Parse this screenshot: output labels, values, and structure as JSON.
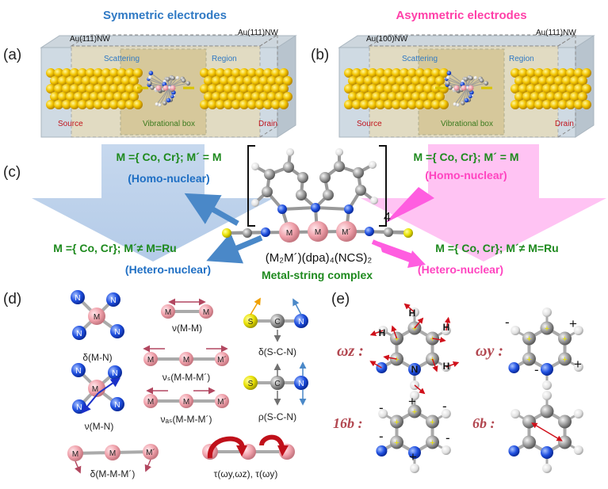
{
  "header": {
    "symmetric": "Symmetric electrodes",
    "asymmetric": "Asymmetric electrodes"
  },
  "panel_labels": {
    "a": "(a)",
    "b": "(b)",
    "c": "(c)",
    "d": "(d)",
    "e": "(e)"
  },
  "panel_a": {
    "nw_left": "Au(111)NW",
    "nw_right": "Au(111)NW",
    "scattering": "Scattering",
    "region": "Region",
    "source": "Source",
    "vib_box": "Vibrational box",
    "drain": "Drain"
  },
  "panel_b": {
    "nw_left": "Au(100)NW",
    "nw_right": "Au(111)NW",
    "scattering": "Scattering",
    "region": "Region",
    "source": "Source",
    "vib_box": "Vibrational box",
    "drain": "Drain"
  },
  "panel_c": {
    "homo_left_formula": "M ={ Co, Cr}; M´ = M",
    "homo_left_label": "(Homo-nuclear)",
    "homo_right_formula": "M ={ Co, Cr}; M´ = M",
    "homo_right_label": "(Homo-nuclear)",
    "hetero_left_formula": "M ={ Co, Cr}; M´≠ M=Ru",
    "hetero_left_label": "(Hetero-nuclear)",
    "hetero_right_formula": "M ={ Co, Cr}; M´≠ M=Ru",
    "hetero_right_label": "(Hetero-nuclear)",
    "bracket_sub": "4",
    "complex_formula": "(M₂M´)(dpa)₄(NCS)₂",
    "complex_name": "Metal-string complex",
    "atom_m": "M",
    "atom_mp": "M´"
  },
  "panel_d": {
    "atom_n": "N",
    "atom_m": "M",
    "atom_mp": "M´",
    "atom_s": "S",
    "atom_c": "C",
    "delta_mn": "δ(M-N)",
    "nu_mn": "ν(M-N)",
    "nu_mm": "ν(M-M)",
    "nus_mmm": "νₛ(M-M-M´)",
    "nuas_mmm": "νₐₛ(M-M-M´)",
    "delta_scn": "δ(S-C-N)",
    "rho_scn": "ρ(S-C-N)",
    "delta_mmm": "δ(M-M-M´)",
    "tau": "τ(ωy,ωz), τ(ωy)"
  },
  "panel_e": {
    "wz": "ωz :",
    "wy": "ωy :",
    "m16b": "16b :",
    "m6b": "6b :",
    "atom_h": "H",
    "atom_n": "N",
    "plus": "+",
    "minus": "-"
  },
  "colors": {
    "blue_title": "#2f79c4",
    "pink_title": "#ff3fa8",
    "green": "#1e8a1e",
    "homo_blue": "#1f6fc4",
    "pink_label": "#ff44c0",
    "red": "#c0141c",
    "mode_label": "#b24750"
  }
}
